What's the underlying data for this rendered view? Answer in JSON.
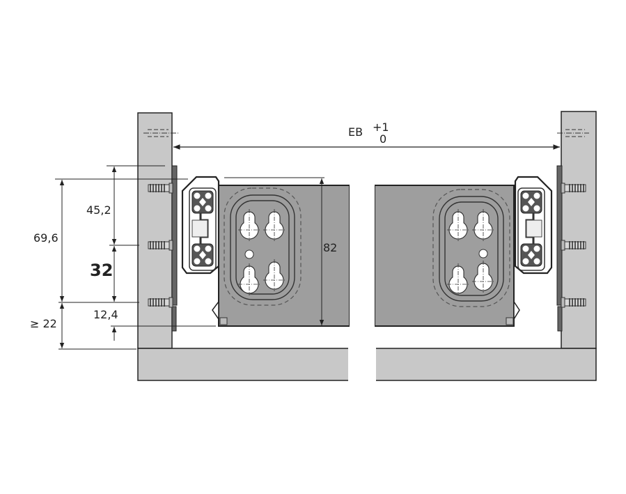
{
  "drawing": {
    "title": "Drawer runner installation cross-section",
    "colors": {
      "cabinet": "#c8c8c8",
      "drawer_side": "#9e9e9e",
      "outline": "#222222",
      "runner": "#555555",
      "background": "#ffffff"
    },
    "dimensions": {
      "inner_width_label": "EB",
      "inner_width_tol_upper": "+1",
      "inner_width_tol_lower": "0",
      "total_height": "69,6",
      "upper_offset": "45,2",
      "screw_spacing": "32",
      "lower_offset": "12,4",
      "min_bottom": "≥ 22",
      "drawer_height": "82"
    },
    "parts": {
      "left_cabinet_side": "left-cabinet-side",
      "right_cabinet_side": "right-cabinet-side",
      "bottom_panel_left": "bottom-panel-left",
      "bottom_panel_right": "bottom-panel-right",
      "left_drawer_profile": "left-drawer-profile",
      "right_drawer_profile": "right-drawer-profile",
      "left_runner": "left-runner",
      "right_runner": "right-runner",
      "screws_per_side": 3
    }
  }
}
